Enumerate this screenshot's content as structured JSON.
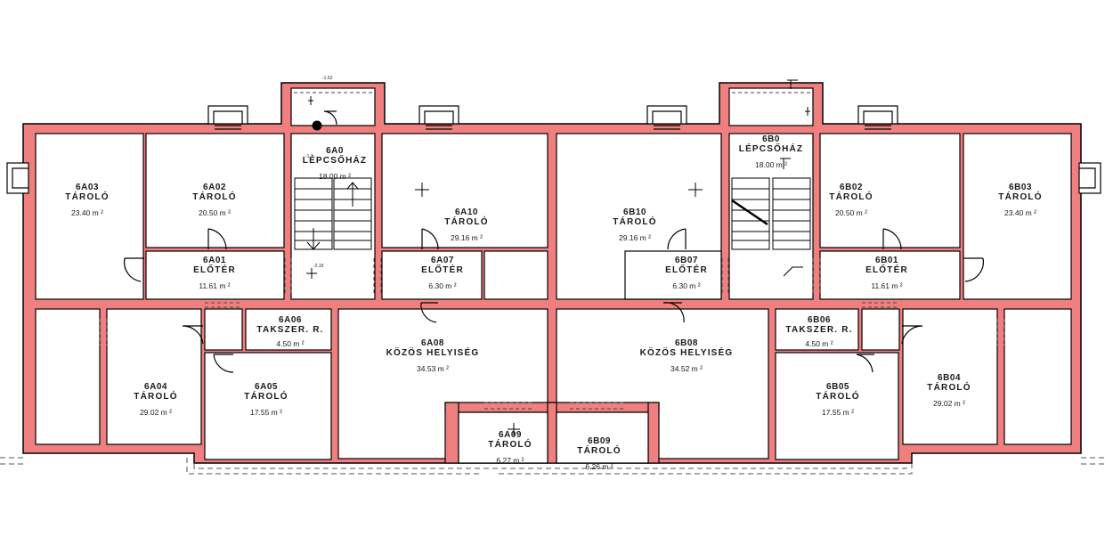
{
  "rooms": [
    {
      "code": "6A03",
      "name": "TÁROLÓ",
      "area": "23.40 m ²"
    },
    {
      "code": "6A02",
      "name": "TÁROLÓ",
      "area": "20.50 m ²"
    },
    {
      "code": "6A0",
      "name": "LÉPCSŐHÁZ",
      "area": "18.00 m ²"
    },
    {
      "code": "6A10",
      "name": "TÁROLÓ",
      "area": "29.16 m ²"
    },
    {
      "code": "6A01",
      "name": "ELŐTÉR",
      "area": "11.61 m ²"
    },
    {
      "code": "6A07",
      "name": "ELŐTÉR",
      "area": "6.30 m ²"
    },
    {
      "code": "6A06",
      "name": "TAKSZER. R.",
      "area": "4.50 m ²"
    },
    {
      "code": "6A04",
      "name": "TÁROLÓ",
      "area": "29.02 m ²"
    },
    {
      "code": "6A05",
      "name": "TÁROLÓ",
      "area": "17.55 m ²"
    },
    {
      "code": "6A08",
      "name": "KÖZÖS HELYISÉG",
      "area": "34.53 m ²"
    },
    {
      "code": "6A09",
      "name": "TÁROLÓ",
      "area": "6.27 m ²"
    },
    {
      "code": "6B10",
      "name": "TÁROLÓ",
      "area": "29.16 m ²"
    },
    {
      "code": "6B0",
      "name": "LÉPCSŐHÁZ",
      "area": "18.00 m ²"
    },
    {
      "code": "6B02",
      "name": "TÁROLÓ",
      "area": "20.50 m ²"
    },
    {
      "code": "6B03",
      "name": "TÁROLÓ",
      "area": "23.40 m ²"
    },
    {
      "code": "6B07",
      "name": "ELŐTÉR",
      "area": "6.30 m ²"
    },
    {
      "code": "6B01",
      "name": "ELŐTÉR",
      "area": "11.61 m ²"
    },
    {
      "code": "6B06",
      "name": "TAKSZER. R.",
      "area": "4.50 m ²"
    },
    {
      "code": "6B08",
      "name": "KÖZÖS HELYISÉG",
      "area": "34.52 m ²"
    },
    {
      "code": "6B05",
      "name": "TÁROLÓ",
      "area": "17.55 m ²"
    },
    {
      "code": "6B04",
      "name": "TÁROLÓ",
      "area": "29.02 m ²"
    },
    {
      "code": "6B09",
      "name": "TÁROLÓ",
      "area": "6.26 m ²"
    }
  ],
  "level_marks": [
    "-1.62",
    "-2.15",
    "-1.1"
  ],
  "colors": {
    "wall": "#f08080",
    "outline": "#000000",
    "hatch": "#c05050",
    "dash": "#444444"
  }
}
